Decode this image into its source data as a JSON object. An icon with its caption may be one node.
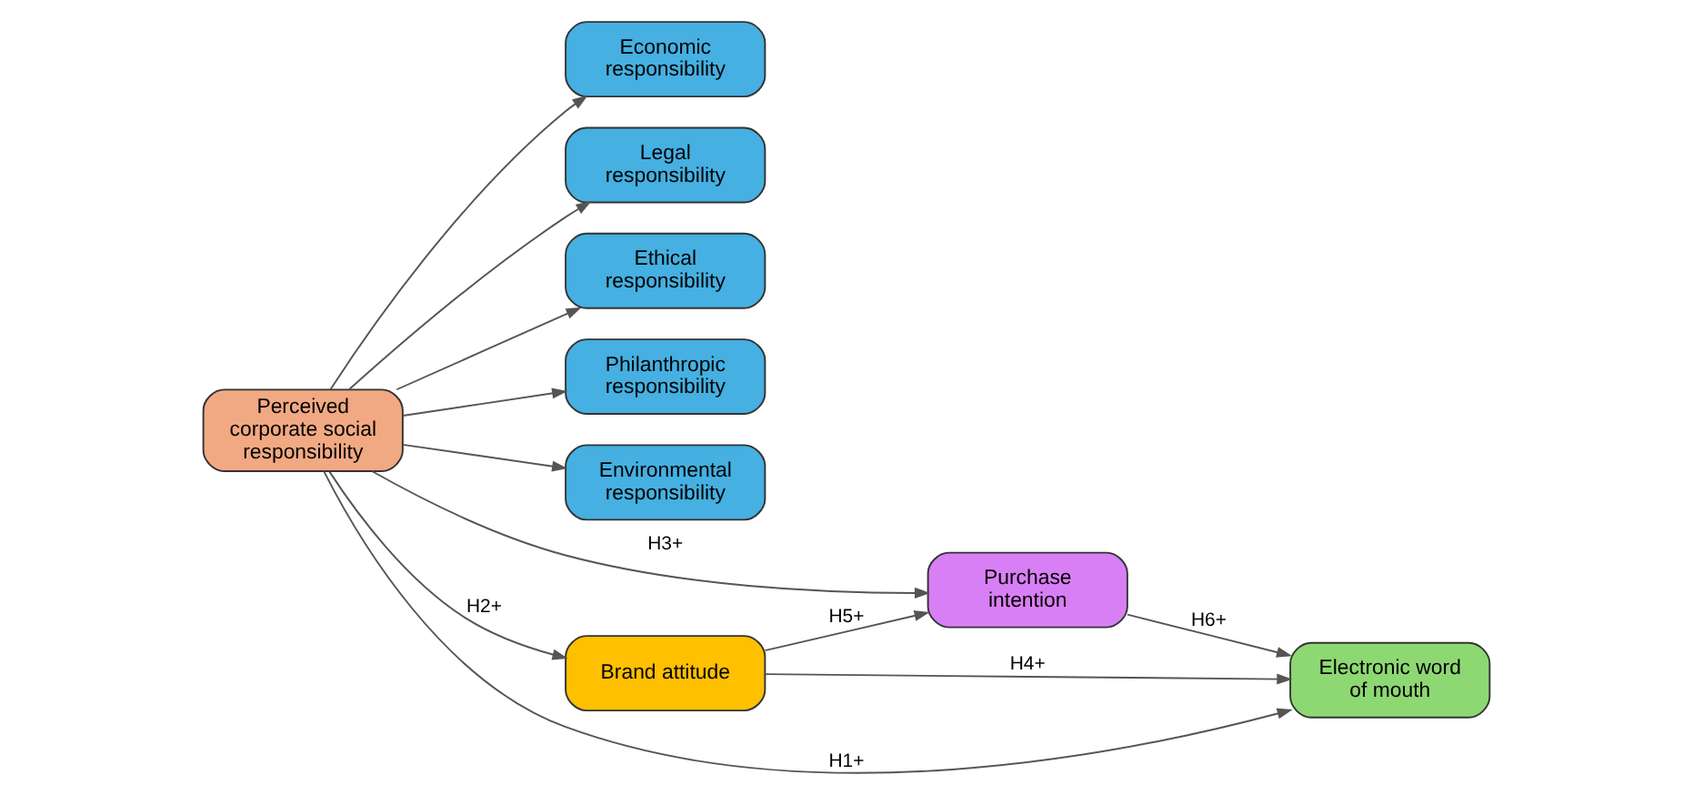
{
  "diagram": {
    "nodes": [
      {
        "text": [
          "Economic responsibility"
        ]
      },
      {
        "text": [
          "Legal responsibility"
        ]
      },
      {
        "text": [
          "Ethical responsibility"
        ]
      },
      {
        "text": [
          "Philanthropic responsibility"
        ]
      },
      {
        "text": [
          "Environmental responsibility"
        ]
      },
      {
        "text": [
          "Perceived corporate social responsibility"
        ]
      },
      {
        "text": [
          "Purchase intention"
        ]
      },
      {
        "text": [
          "Brand attitude"
        ]
      },
      {
        "text": [
          "Electronic word of mouth"
        ]
      }
    ],
    "edges": [
      {
        "from": 5,
        "to": 0,
        "arrow": "to"
      },
      {
        "from": 5,
        "to": 1,
        "arrow": "to"
      },
      {
        "from": 5,
        "to": 2,
        "arrow": "to"
      },
      {
        "from": 5,
        "to": 3,
        "arrow": "to"
      },
      {
        "from": 5,
        "to": 4,
        "arrow": "to"
      },
      {
        "from": 5,
        "to": 6,
        "arrow": "to",
        "label": "H3+"
      },
      {
        "from": 5,
        "to": 8,
        "arrow": "to",
        "label": "H1+"
      },
      {
        "from": 5,
        "to": 7,
        "arrow": "to",
        "label": "H2+"
      },
      {
        "from": 7,
        "to": 6,
        "arrow": "to",
        "label": "H5+"
      },
      {
        "from": 6,
        "to": 8,
        "arrow": "to",
        "label": "H6+"
      },
      {
        "from": 7,
        "to": 8,
        "arrow": "to",
        "label": "H4+"
      }
    ]
  }
}
